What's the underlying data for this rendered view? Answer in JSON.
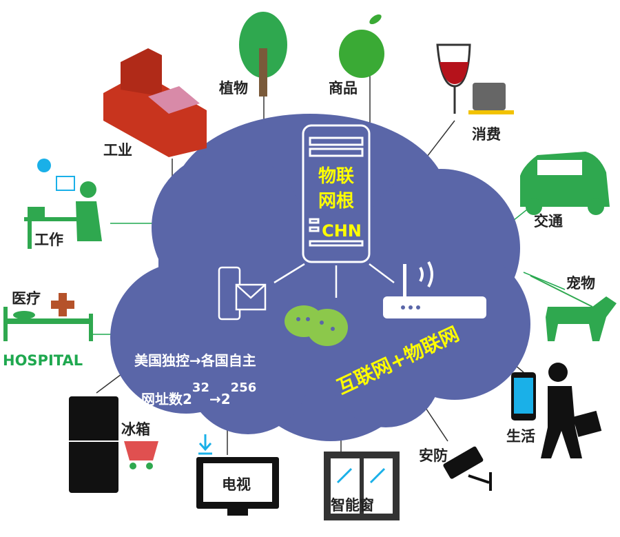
{
  "colors": {
    "cloud": "#5a66a8",
    "green": "#1fa84f",
    "yellow": "#ffff00",
    "red": "#c8341e"
  },
  "center": {
    "server_line1": "物联",
    "server_line2": "网根",
    "server_code": "CHN",
    "control": "美国独控→各国自主",
    "address_prefix": "网址数2",
    "address_exp1": "32",
    "address_arrow": "→2",
    "address_exp2": "256",
    "slogan": "互联网+物联网"
  },
  "labels": {
    "industry": "工业",
    "plants": "植物",
    "goods": "商品",
    "consumption": "消费",
    "work": "工作",
    "traffic": "交通",
    "medical": "医疗",
    "hospital": "HOSPITAL",
    "pets": "宠物",
    "fridge": "冰箱",
    "tv": "电视",
    "smart_window": "智能窗",
    "security": "安防",
    "life": "生活"
  }
}
